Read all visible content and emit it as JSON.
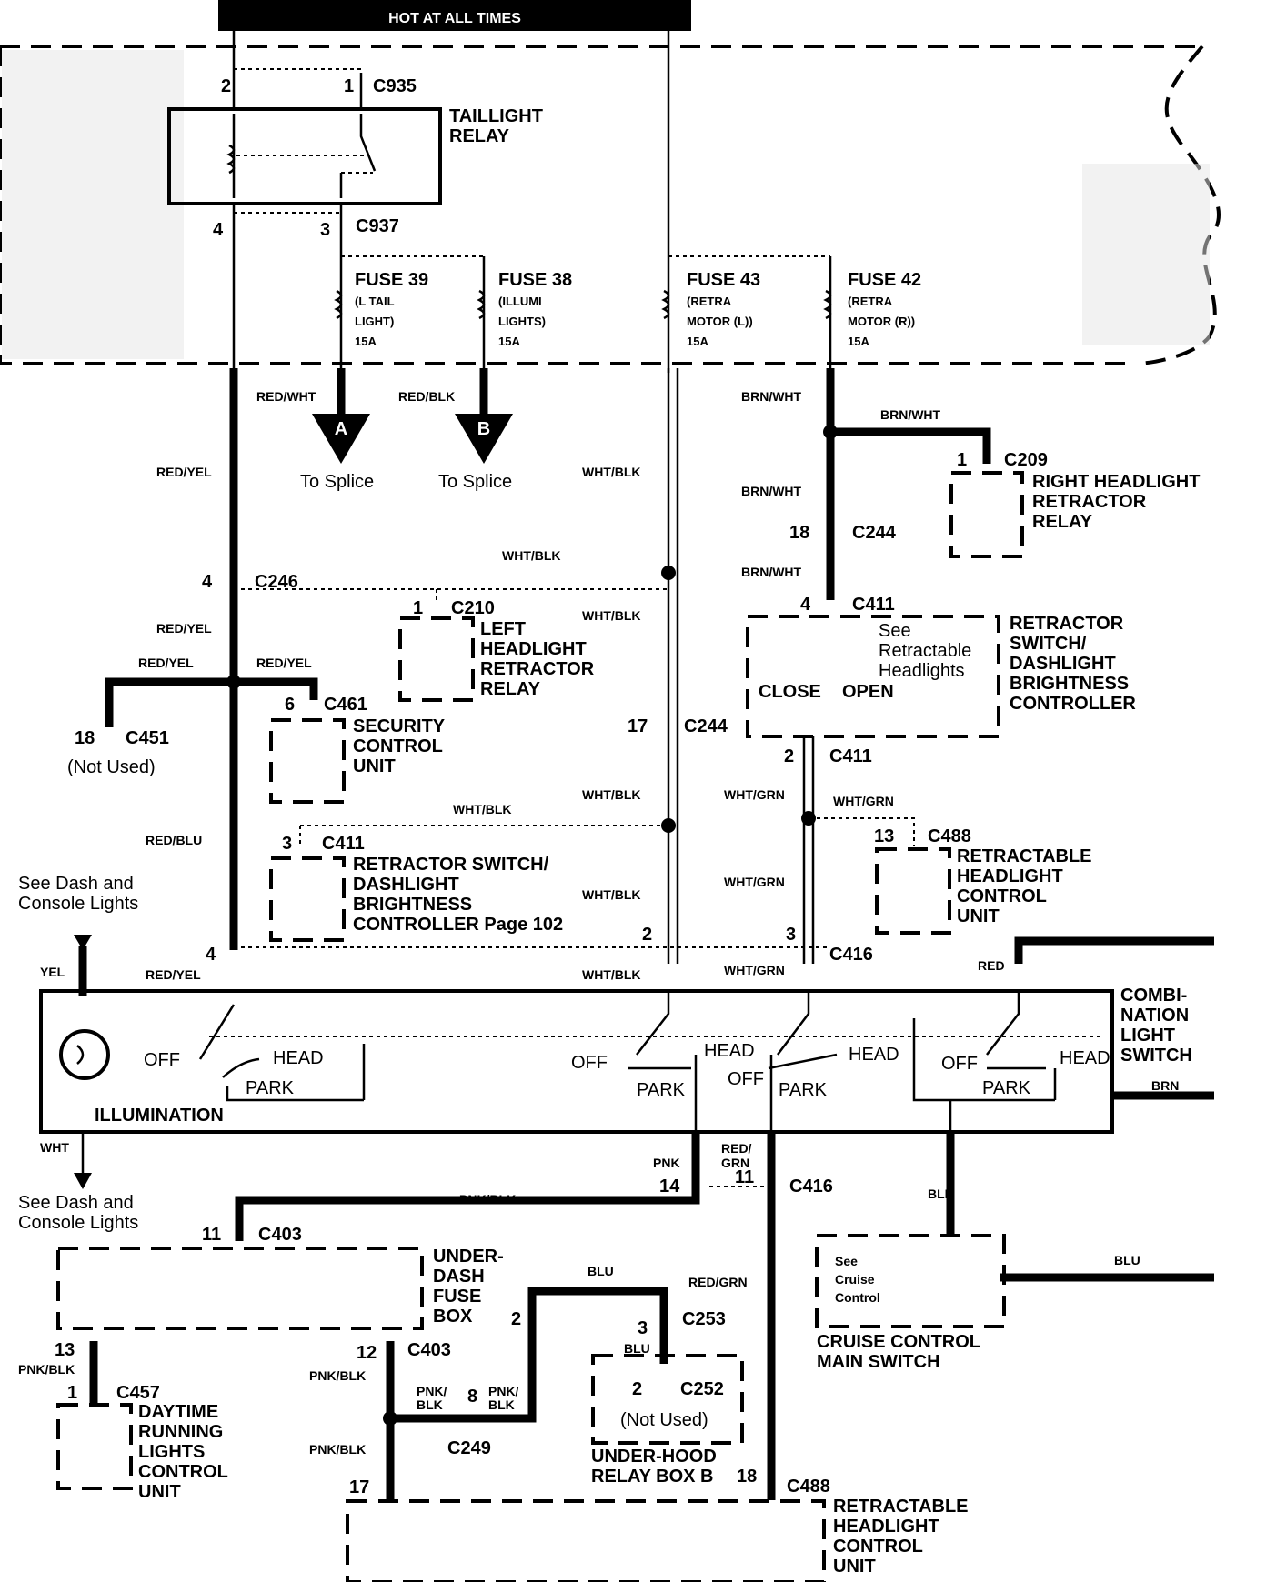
{
  "header": {
    "title": "HOT AT ALL TIMES"
  },
  "fuse_box": {
    "connectors": {
      "c935": "C935",
      "c937": "C937",
      "c935_pin2": "2",
      "c935_pin1": "1",
      "c937_pin4": "4",
      "c937_pin3": "3"
    },
    "relay_label_1": "TAILLIGHT",
    "relay_label_2": "RELAY",
    "fuses": [
      {
        "name": "FUSE 39",
        "desc1": "(L TAIL",
        "desc2": "LIGHT)",
        "amps": "15A"
      },
      {
        "name": "FUSE 38",
        "desc1": "(ILLUMI",
        "desc2": "LIGHTS)",
        "amps": "15A"
      },
      {
        "name": "FUSE 43",
        "desc1": "(RETRA",
        "desc2": "MOTOR (L))",
        "amps": "15A"
      },
      {
        "name": "FUSE 42",
        "desc1": "(RETRA",
        "desc2": "MOTOR (R))",
        "amps": "15A"
      }
    ]
  },
  "wires": {
    "red_wht": "RED/WHT",
    "red_blk": "RED/BLK",
    "red_yel": "RED/YEL",
    "red_blu": "RED/BLU",
    "wht_blk": "WHT/BLK",
    "brn_wht": "BRN/WHT",
    "wht_grn": "WHT/GRN",
    "red": "RED",
    "brn": "BRN",
    "yel": "YEL",
    "wht": "WHT",
    "pnk": "PNK",
    "red_grn_1": "RED/",
    "red_grn_2": "GRN",
    "red_grn": "RED/GRN",
    "pnk_blk": "PNK/BLK",
    "pnk_1": "PNK/",
    "blk_2": "BLK",
    "blk": "BLK",
    "blu": "BLU"
  },
  "splices": {
    "a": "A",
    "b": "B",
    "to_splice": "To Splice"
  },
  "connectors": {
    "c246": "C246",
    "c246_pin": "4",
    "c210": "C210",
    "c210_pin": "1",
    "c244": "C244",
    "c244_pin18": "18",
    "c244_pin17": "17",
    "c209": "C209",
    "c209_pin": "1",
    "c411": "C411",
    "c411_pin4": "4",
    "c411_pin2": "2",
    "c411_pin3": "3",
    "c461": "C461",
    "c461_pin": "6",
    "c451": "C451",
    "c451_pin": "18",
    "c488": "C488",
    "c488_pin13": "13",
    "c488_pin17": "17",
    "c488_pin18": "18",
    "c416": "C416",
    "c416_pin4": "4",
    "c416_pin2": "2",
    "c416_pin3": "3",
    "c416_pin14": "14",
    "c416_pin11": "11",
    "c403": "C403",
    "c403_pin11": "11",
    "c403_pin13": "13",
    "c403_pin12": "12",
    "c457": "C457",
    "c457_pin": "1",
    "c253": "C253",
    "c253_pin2": "2",
    "c253_pin3": "3",
    "c252": "C252",
    "c252_pin": "2",
    "c249": "C249",
    "c249_pin": "8"
  },
  "components": {
    "left_relay": [
      "LEFT",
      "HEADLIGHT",
      "RETRACTOR",
      "RELAY"
    ],
    "right_relay": [
      "RIGHT HEADLIGHT",
      "RETRACTOR",
      "RELAY"
    ],
    "retractor_switch": [
      "RETRACTOR",
      "SWITCH/",
      "DASHLIGHT",
      "BRIGHTNESS",
      "CONTROLLER"
    ],
    "see_retractable": [
      "See",
      "Retractable",
      "Headlights"
    ],
    "close": "CLOSE",
    "open": "OPEN",
    "security": [
      "SECURITY",
      "CONTROL",
      "UNIT"
    ],
    "not_used": "(Not Used)",
    "retractor_page": [
      "RETRACTOR SWITCH/",
      "DASHLIGHT",
      "BRIGHTNESS",
      "CONTROLLER Page 102"
    ],
    "retractable_unit": [
      "RETRACTABLE",
      "HEADLIGHT",
      "CONTROL",
      "UNIT"
    ],
    "see_dash": [
      "See Dash and",
      "Console Lights"
    ],
    "combination": [
      "COMBI-",
      "NATION",
      "LIGHT",
      "SWITCH"
    ],
    "switch_positions": {
      "off": "OFF",
      "head": "HEAD",
      "park": "PARK"
    },
    "illumination": "ILLUMINATION",
    "underdash": [
      "UNDER-",
      "DASH",
      "FUSE",
      "BOX"
    ],
    "drl": [
      "DAYTIME",
      "RUNNING",
      "LIGHTS",
      "CONTROL",
      "UNIT"
    ],
    "see_cruise": [
      "See",
      "Cruise",
      "Control"
    ],
    "cruise_switch": [
      "CRUISE CONTROL",
      "MAIN SWITCH"
    ],
    "underhood": [
      "UNDER-HOOD",
      "RELAY BOX B"
    ],
    "not_used_2": "(Not Used)"
  }
}
